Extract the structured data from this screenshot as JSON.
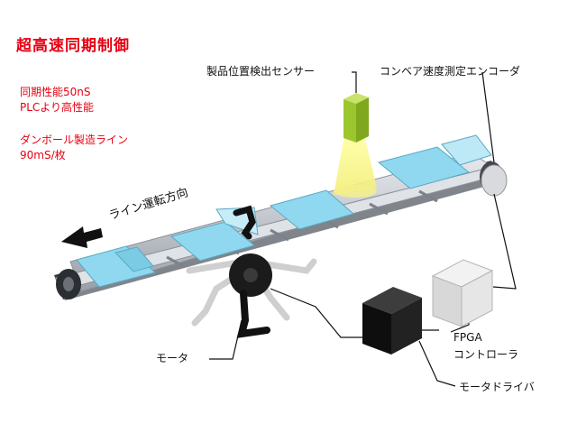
{
  "title": "超高速同期制御",
  "sync_note": {
    "line1": "同期性能50nS",
    "line2": "PLCより高性能"
  },
  "line_note": {
    "line1": "ダンボール製造ライン",
    "line2": "90mS/枚"
  },
  "labels": {
    "sensor": "製品位置検出センサー",
    "encoder": "コンベア速度測定エンコーダ",
    "direction": "ライン運転方向",
    "motor": "モータ",
    "fpga_line1": "FPGA",
    "fpga_line2": "コントローラ",
    "driver": "モータドライバ"
  },
  "colors": {
    "accent_red": "#e60012",
    "product_blue": "#8fd8ef",
    "sensor_green": "#b5d93a",
    "belt_gray": "#c8ccd2",
    "driver_black": "#1a1a1a",
    "controller_gray": "#e0e0e0"
  }
}
